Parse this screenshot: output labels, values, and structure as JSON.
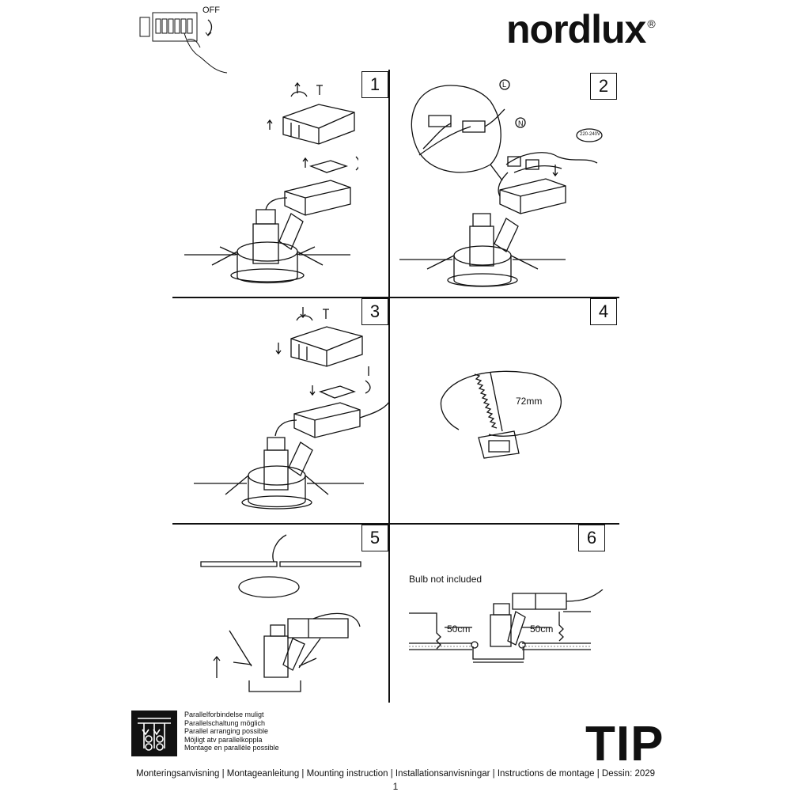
{
  "header": {
    "brand": "nordlux",
    "registered": "®",
    "off_label": "OFF"
  },
  "steps": [
    "1",
    "2",
    "3",
    "4",
    "5",
    "6"
  ],
  "step2": {
    "wire_L": "L",
    "wire_N": "N",
    "voltage": "220-240V"
  },
  "step4": {
    "hole_diameter": "72mm"
  },
  "step6": {
    "note": "Bulb not included",
    "clearance_left": "50cm",
    "clearance_right": "50cm"
  },
  "parallel": {
    "lines": [
      "Parallelforbindelse muligt",
      "Parallelschaltung möglich",
      "Parallel arranging possible",
      "Möjligt atv parallelkoppla",
      "Montage en parallèle possible"
    ]
  },
  "product_name": "TIP",
  "footer": "Monteringsanvisning | Montageanleitung | Mounting instruction | Installationsanvisningar | Instructions de montage | Dessin: 2029",
  "page_number": "1"
}
